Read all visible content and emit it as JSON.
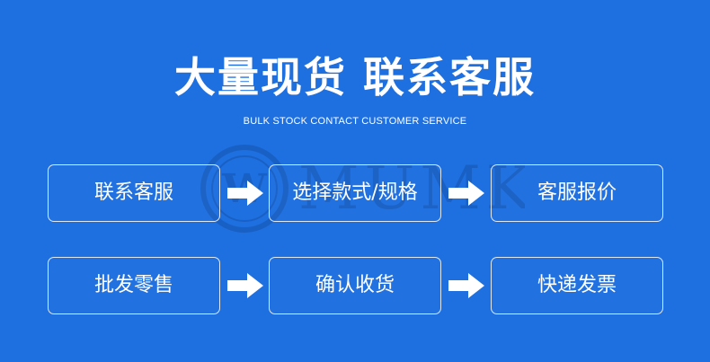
{
  "header": {
    "title": "大量现货 联系客服",
    "subtitle": "BULK STOCK CONTACT CUSTOMER SERVICE"
  },
  "watermark": {
    "text": "MUMK",
    "logo_letters": "W"
  },
  "flow": {
    "row1": [
      "联系客服",
      "选择款式/规格",
      "客服报价"
    ],
    "row2": [
      "批发零售",
      "确认收货",
      "快递发票"
    ]
  },
  "colors": {
    "background": "#1e6fe0",
    "text": "#ffffff",
    "arrow": "#ffffff"
  },
  "icons": {
    "arrow": "right-arrow-icon"
  }
}
